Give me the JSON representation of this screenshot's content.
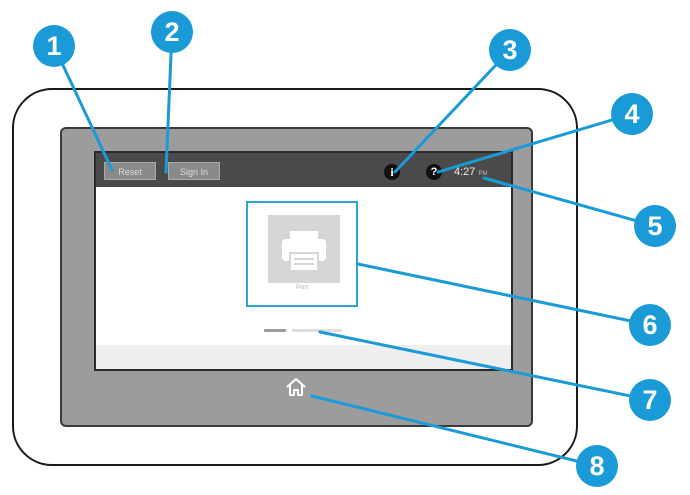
{
  "control_panel": {
    "reset_label": "Reset",
    "signin_label": "Sign In",
    "clock_time": "4:27",
    "clock_ampm": "PM",
    "app_label": "Print",
    "info_glyph": "i",
    "help_glyph": "?"
  },
  "callouts": [
    {
      "label": "1"
    },
    {
      "label": "2"
    },
    {
      "label": "3"
    },
    {
      "label": "4"
    },
    {
      "label": "5"
    },
    {
      "label": "6"
    },
    {
      "label": "7"
    },
    {
      "label": "8"
    }
  ],
  "colors": {
    "callout_blue": "#1a9ad6",
    "highlight_blue": "#2aa3d6",
    "top_bar": "#4a4a4a",
    "bezel": "#9c9c9c"
  }
}
